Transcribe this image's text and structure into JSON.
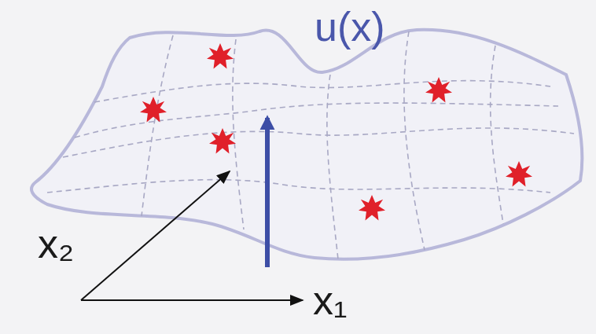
{
  "diagram": {
    "labels": [
      "u(x)",
      "x₂",
      "x₁"
    ]
  }
}
